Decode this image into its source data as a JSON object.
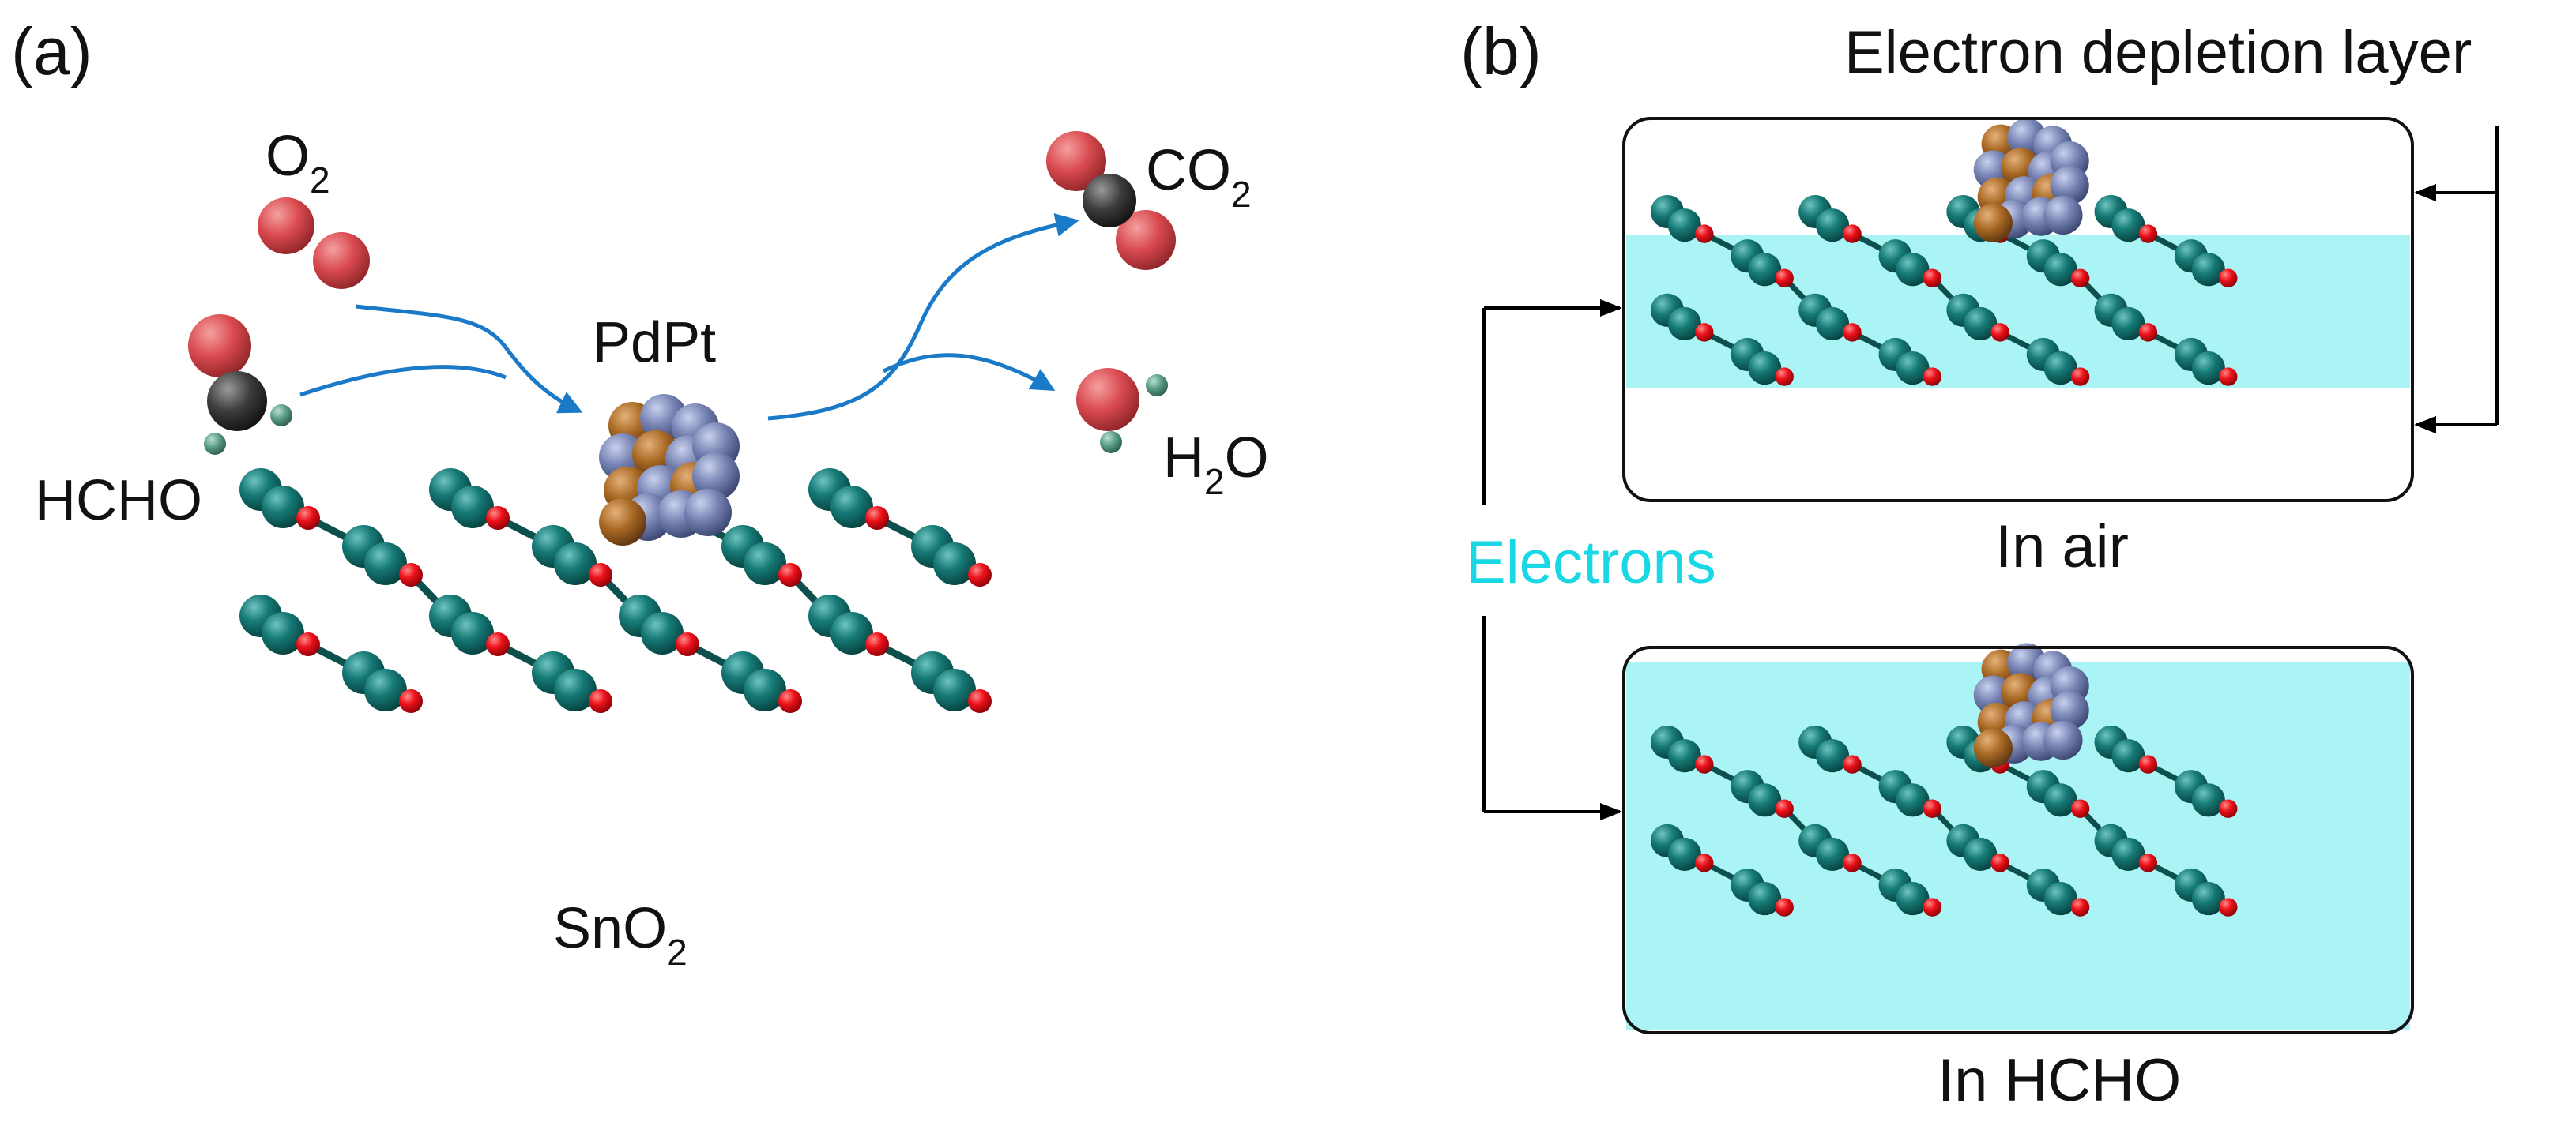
{
  "panel_a": {
    "tag": "(a)",
    "labels": {
      "o2": {
        "main": "O",
        "sub": "2"
      },
      "hcho": "HCHO",
      "pdpt": "PdPt",
      "co2": {
        "main": "CO",
        "sub": "2"
      },
      "h2o": {
        "pre": "H",
        "sub": "2",
        "post": "O"
      },
      "sno2": {
        "main": "SnO",
        "sub": "2"
      }
    }
  },
  "panel_b": {
    "tag": "(b)",
    "depletion_label": "Electron depletion layer",
    "electrons_label": "Electrons",
    "air_caption": "In air",
    "hcho_caption": "In HCHO"
  },
  "colors": {
    "tin": "#136f6c",
    "oxygen_lattice": "#e8101a",
    "gas_oxygen": "#d9484c",
    "carbon": "#3a3a3a",
    "hydrogen": "#5a9c86",
    "pd": "#b0712a",
    "pt": "#7a87b6",
    "arrow": "#1a7ac8",
    "electrons": "#aaf4f6",
    "electrons_text": "#19d8e6"
  }
}
